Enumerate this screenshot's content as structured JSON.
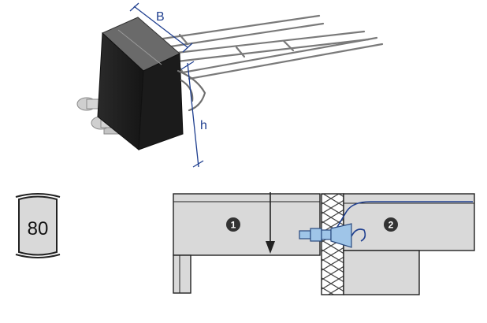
{
  "product_view": {
    "dimension_labels": {
      "width": "B",
      "height": "h"
    }
  },
  "badge": {
    "value": "80"
  },
  "section_view": {
    "callouts": [
      "1",
      "2"
    ]
  },
  "colors": {
    "dimension_line": "#1f3f8f",
    "fastener_highlight": "#9fc5e8",
    "panel_grey": "#d9d9d9",
    "outline": "#222222"
  }
}
